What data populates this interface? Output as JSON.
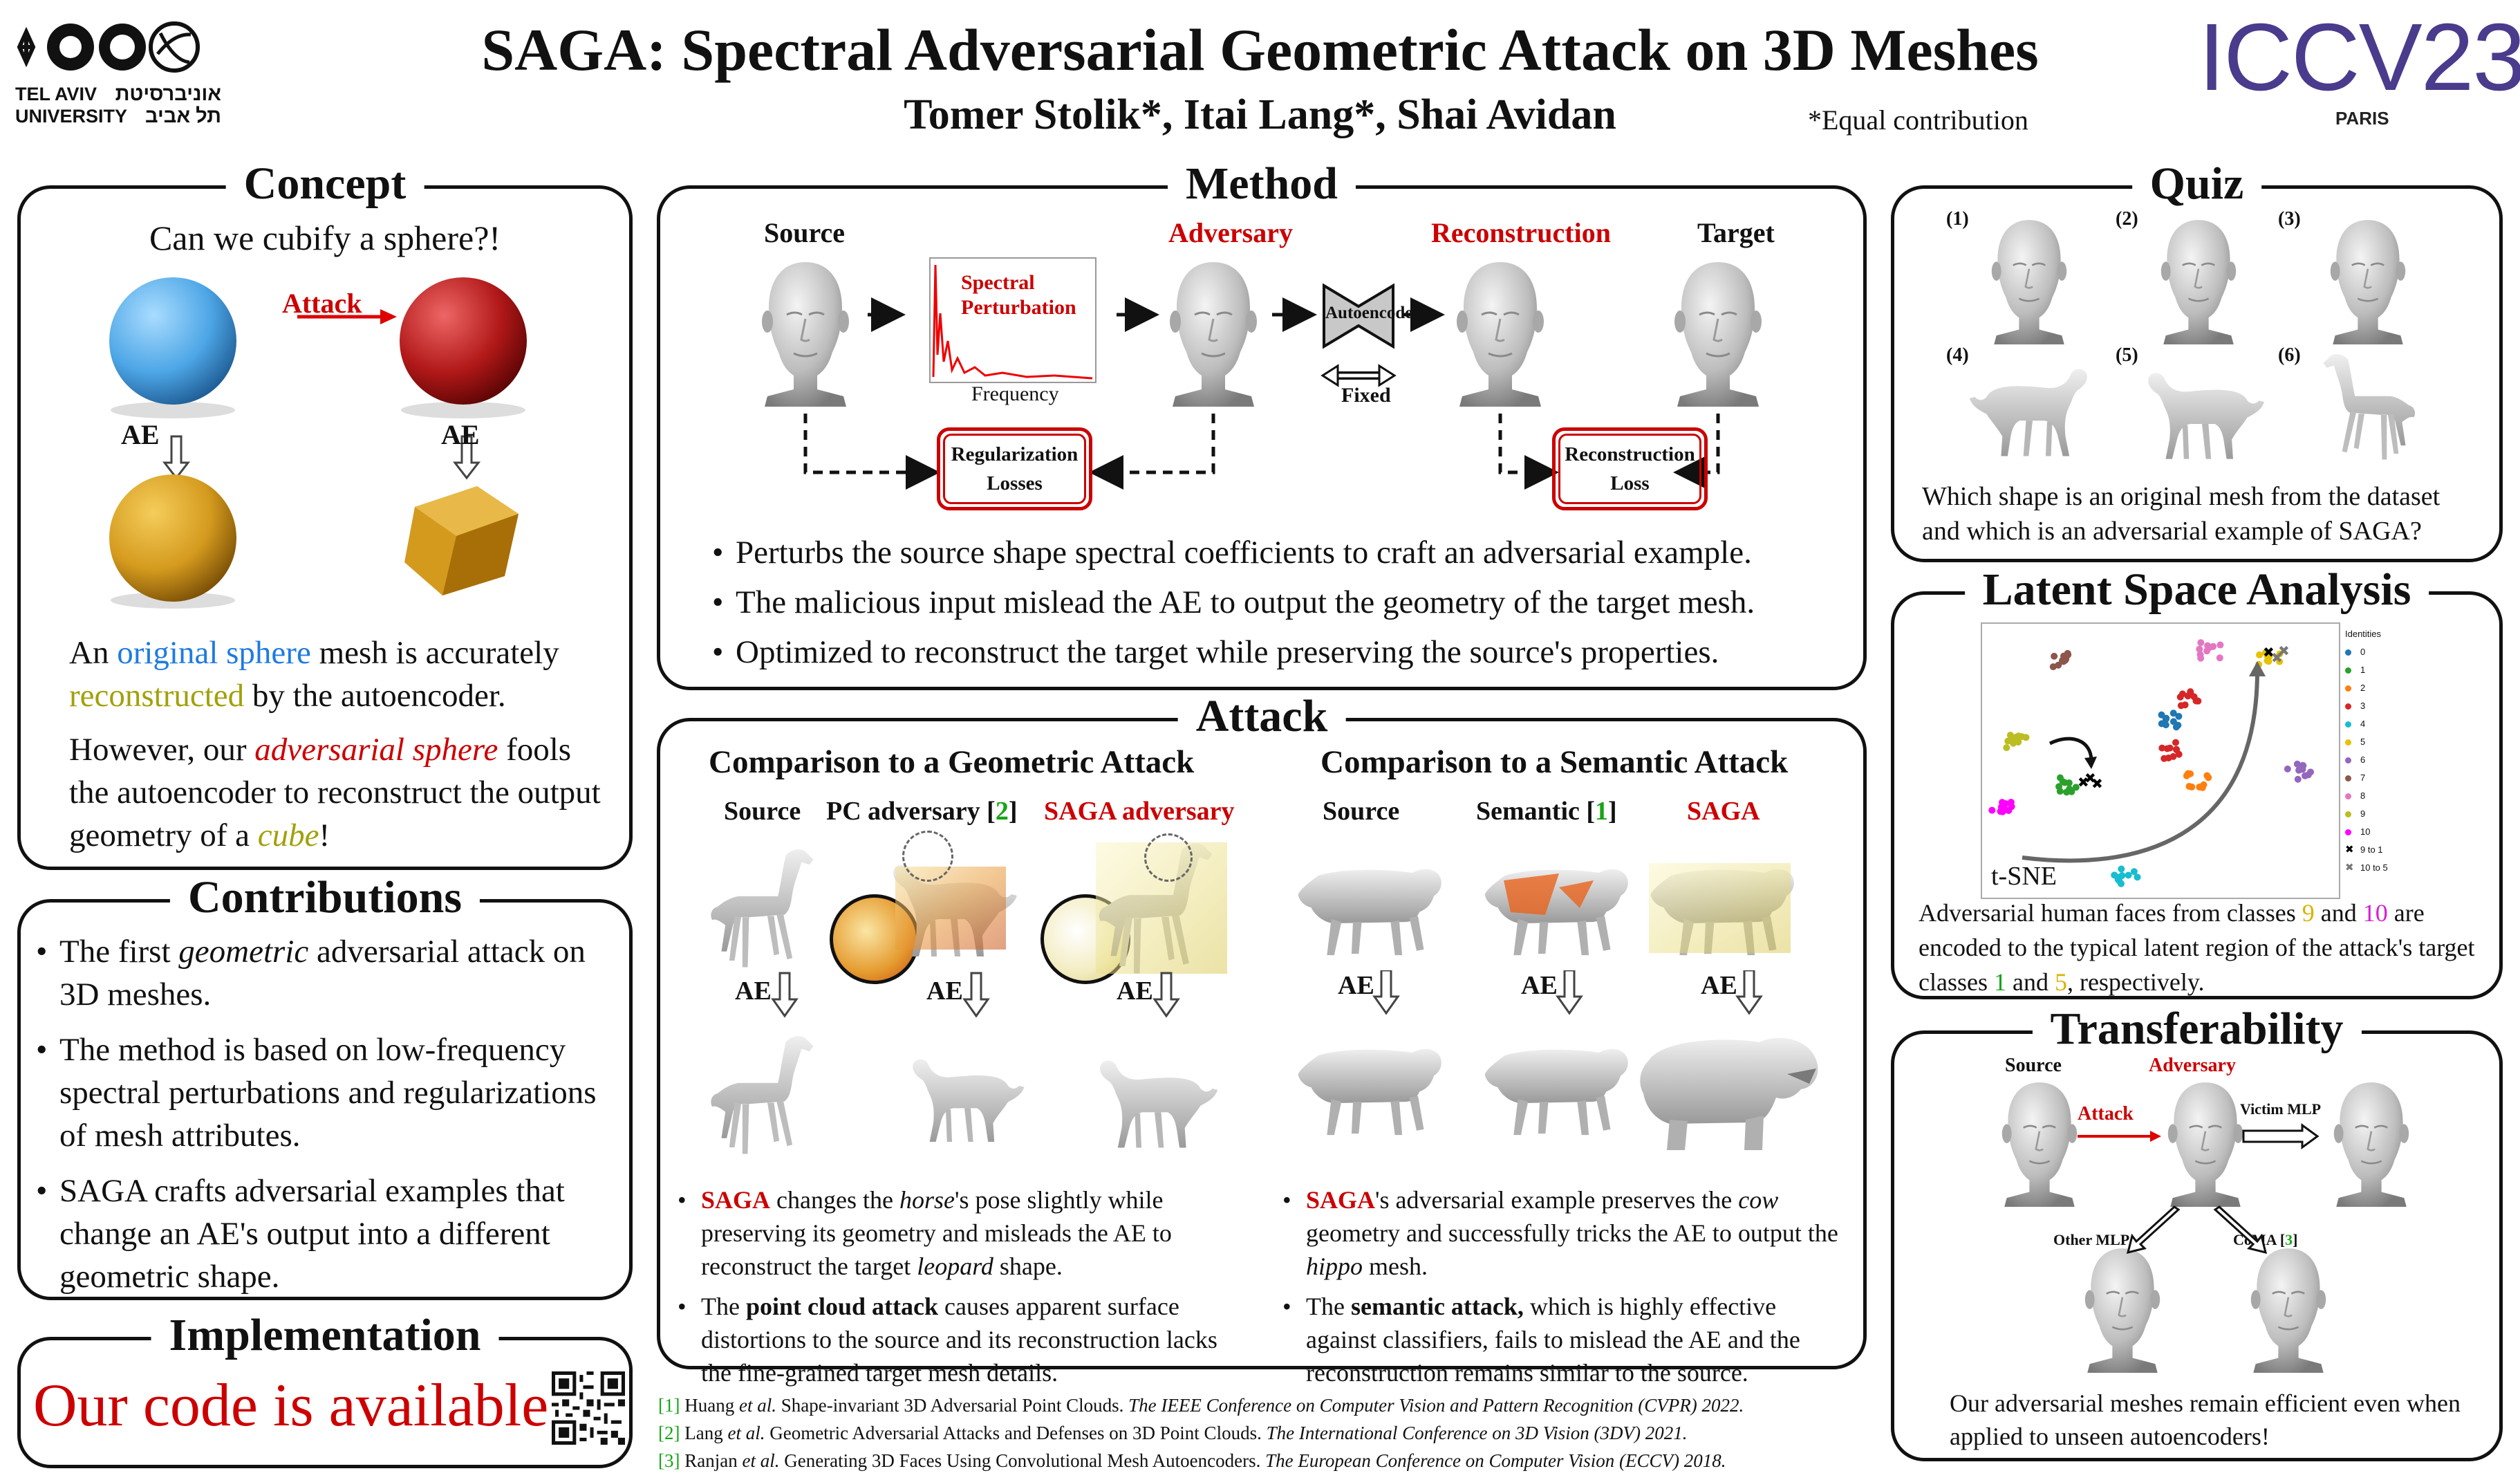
{
  "header": {
    "title": "SAGA: Spectral Adversarial Geometric Attack on 3D Meshes",
    "authors": "Tomer Stolik*, Itai Lang*, Shai Avidan",
    "equal_note": "*Equal contribution",
    "univ_en_1": "TEL AVIV",
    "univ_en_2": "UNIVERSITY",
    "univ_he_1": "אוניברסיטת",
    "univ_he_2": "תל אביב",
    "conf_name": "ICCV23",
    "conf_city": "PARIS"
  },
  "concept": {
    "title": "Concept",
    "question": "Can we cubify a sphere?!",
    "attack_label": "Attack",
    "ae_label": "AE",
    "p1_a": "An ",
    "p1_b": "original sphere",
    "p1_c": " mesh is accurately",
    "p1_d": "reconstructed",
    "p1_e": " by the autoencoder.",
    "p2_a": "However, our ",
    "p2_b": "adversarial sphere",
    "p2_c": " fools the autoencoder to reconstruct the output geometry of a ",
    "p2_d": "cube",
    "p2_e": "!"
  },
  "contributions": {
    "title": "Contributions",
    "b1_a": "The first ",
    "b1_b": "geometric",
    "b1_c": " adversarial attack on 3D meshes.",
    "b2": "The method is based on low-frequency spectral perturbations and regularizations of mesh attributes.",
    "b3": "SAGA crafts adversarial examples that change an AE's output into a different geometric shape."
  },
  "implementation": {
    "title": "Implementation",
    "code_text": "Our code is available!"
  },
  "method": {
    "title": "Method",
    "source": "Source",
    "adversary": "Adversary",
    "reconstruction": "Reconstruction",
    "target": "Target",
    "spectral_1": "Spectral",
    "spectral_2": "Perturbation",
    "frequency": "Frequency",
    "autoencoder": "Autoencoder",
    "fixed": "Fixed",
    "reg_1": "Regularization",
    "reg_2": "Losses",
    "rec_1": "Reconstruction",
    "rec_2": "Loss",
    "b1": "Perturbs the source shape spectral coefficients to craft an adversarial example.",
    "b2": "The malicious input mislead the AE to output the geometry of the target mesh.",
    "b3": "Optimized to reconstruct the target while preserving the source's properties."
  },
  "attack": {
    "title": "Attack",
    "geo_title": "Comparison to a Geometric Attack",
    "sem_title": "Comparison to a Semantic Attack",
    "source": "Source",
    "pc_adv": "PC adversary [",
    "ref2": "2",
    "close": "]",
    "saga_adv": "SAGA adversary",
    "semantic": "Semantic [",
    "ref1": "1",
    "saga": "SAGA",
    "ae": "AE",
    "l1_saga": "SAGA",
    "l1_a": " changes the ",
    "l1_horse": "horse",
    "l1_b": "'s pose slightly while preserving its geometry and misleads the AE to reconstruct the target ",
    "l1_leopard": "leopard",
    "l1_c": " shape.",
    "l2_a": "The ",
    "l2_b": "point cloud attack",
    "l2_c": " causes apparent surface distortions to the source and its reconstruction lacks the fine-grained target mesh details.",
    "r1_saga": "SAGA",
    "r1_a": "'s adversarial example preserves the ",
    "r1_cow": "cow",
    "r1_b": " geometry and successfully tricks the AE to output the ",
    "r1_hippo": "hippo",
    "r1_c": " mesh.",
    "r2_a": "The ",
    "r2_b": "semantic attack,",
    "r2_c": " which is highly effective against classifiers, fails to mislead the AE and the reconstruction remains similar to the source."
  },
  "refs": [
    {
      "num": "[1]",
      "text": "Huang ",
      "etal": "et al.",
      "rest": " Shape-invariant 3D Adversarial Point Clouds. ",
      "venue": "The IEEE Conference on Computer Vision and Pattern Recognition (CVPR) 2022."
    },
    {
      "num": "[2]",
      "text": "Lang ",
      "etal": "et al.",
      "rest": " Geometric Adversarial Attacks and Defenses on 3D Point Clouds. ",
      "venue": "The International Conference on 3D Vision (3DV) 2021."
    },
    {
      "num": "[3]",
      "text": "Ranjan ",
      "etal": "et al.",
      "rest": " Generating 3D Faces Using Convolutional Mesh Autoencoders. ",
      "venue": "The European Conference on Computer Vision (ECCV) 2018."
    }
  ],
  "quiz": {
    "title": "Quiz",
    "labels": [
      "(1)",
      "(2)",
      "(3)",
      "(4)",
      "(5)",
      "(6)"
    ],
    "question": "Which shape is an original mesh from the dataset and which is an adversarial example of SAGA?"
  },
  "latent": {
    "title": "Latent Space Analysis",
    "legend_title": "Identities",
    "legend_items": [
      {
        "label": "0",
        "color": "#1f77b4"
      },
      {
        "label": "1",
        "color": "#2ca02c"
      },
      {
        "label": "2",
        "color": "#ff7f0e"
      },
      {
        "label": "3",
        "color": "#d62728"
      },
      {
        "label": "4",
        "color": "#17becf"
      },
      {
        "label": "5",
        "color": "#e6c200"
      },
      {
        "label": "6",
        "color": "#9467bd"
      },
      {
        "label": "7",
        "color": "#8c564b"
      },
      {
        "label": "8",
        "color": "#e377c2"
      },
      {
        "label": "9",
        "color": "#bcbd22"
      },
      {
        "label": "10",
        "color": "#ff00ff"
      },
      {
        "label": "9 to 1",
        "color": "#000000"
      },
      {
        "label": "10 to 5",
        "color": "#777777"
      }
    ],
    "tsne": "t-SNE",
    "cap_a": "Adversarial human faces from classes ",
    "c9": "9",
    "cap_and": " and ",
    "c10": "10",
    "cap_b": " are encoded to the typical latent region of the attack's target classes ",
    "c1": "1",
    "cap_and2": " and ",
    "c5": "5",
    "cap_c": ", respectively."
  },
  "transfer": {
    "title": "Transferability",
    "source": "Source",
    "adversary": "Adversary",
    "attack": "Attack",
    "victim": "Victim MLP",
    "other": "Other MLP",
    "coma": "CoMA [",
    "ref3": "3",
    "close": "]",
    "caption": "Our adversarial meshes remain efficient even when applied to unseen autoencoders!"
  }
}
